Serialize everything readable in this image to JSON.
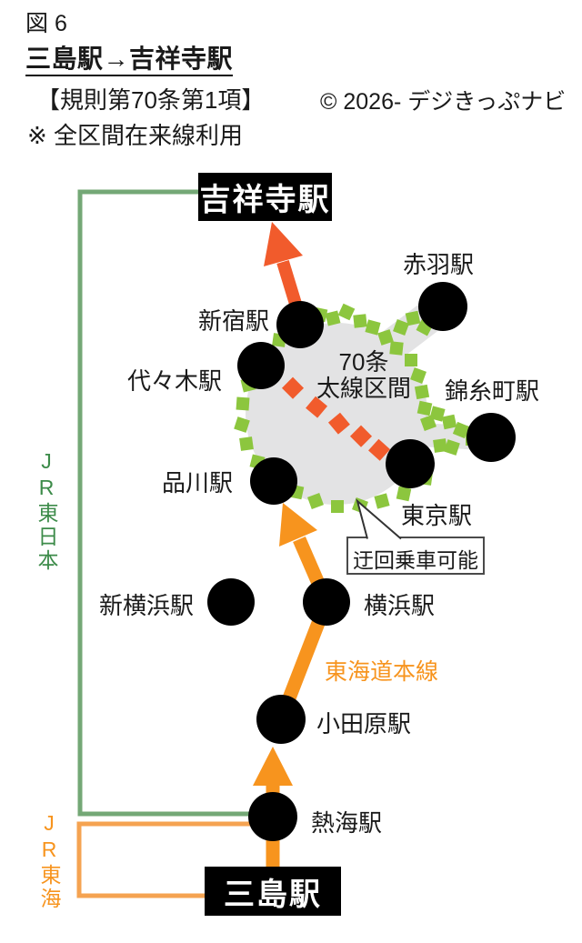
{
  "header": {
    "figure_label": "図 6",
    "title": "三島駅→吉祥寺駅",
    "rule_reference": "【規則第70条第1項】",
    "note": "※ 全区間在来線利用",
    "copyright": "© 2026- デジきっぷナビ"
  },
  "terminals": {
    "origin": "三島駅",
    "destination": "吉祥寺駅"
  },
  "stations": {
    "akabane": "赤羽駅",
    "shinjuku": "新宿駅",
    "yoyogi": "代々木駅",
    "kinshicho": "錦糸町駅",
    "tokyo": "東京駅",
    "shinagawa": "品川駅",
    "shin_yokohama": "新横浜駅",
    "yokohama": "横浜駅",
    "odawara": "小田原駅",
    "atami": "熱海駅"
  },
  "zone": {
    "line1": "70条",
    "line2": "太線区間"
  },
  "callout": {
    "label": "迂回乗車可能"
  },
  "lines": {
    "tokaido_main_line": "東海道本線",
    "jr_east": "JR東日本",
    "jr_central": "JR東海"
  },
  "colors": {
    "route_orange": "#F7941E",
    "jr_central_orange": "#F5A351",
    "detour_red": "#F15B2C",
    "zone_dot_green": "#8CC63E",
    "jr_east_green": "#74A876",
    "jr_east_text_green": "#3C8B49",
    "zone_fill": "#E3E3E4",
    "station_black": "#000000"
  }
}
